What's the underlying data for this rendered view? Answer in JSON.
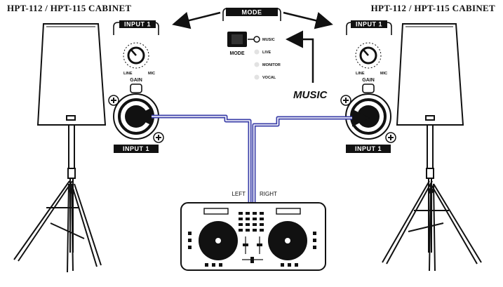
{
  "title_left": "HPT-112 / HPT-115 CABINET",
  "title_right": "HPT-112 / HPT-115 CABINET",
  "mode_panel": {
    "header": "MODE",
    "button_label": "MODE",
    "options": [
      "MUSIC",
      "LIVE",
      "MONITOR",
      "VOCAL"
    ],
    "selected": "MUSIC"
  },
  "callout": "MUSIC",
  "left_panel": {
    "input_top": "INPUT 1",
    "input_bottom": "INPUT 1",
    "knob_min": "LINE",
    "knob_max": "MIC",
    "knob_label": "GAIN"
  },
  "right_panel": {
    "input_top": "INPUT 1",
    "input_bottom": "INPUT 1",
    "knob_min": "LINE",
    "knob_max": "MIC",
    "knob_label": "GAIN"
  },
  "cable_left": "LEFT",
  "cable_right": "RIGHT",
  "colors": {
    "cable": "#3b3fa8",
    "ink": "#111111",
    "bar": "#111111"
  }
}
